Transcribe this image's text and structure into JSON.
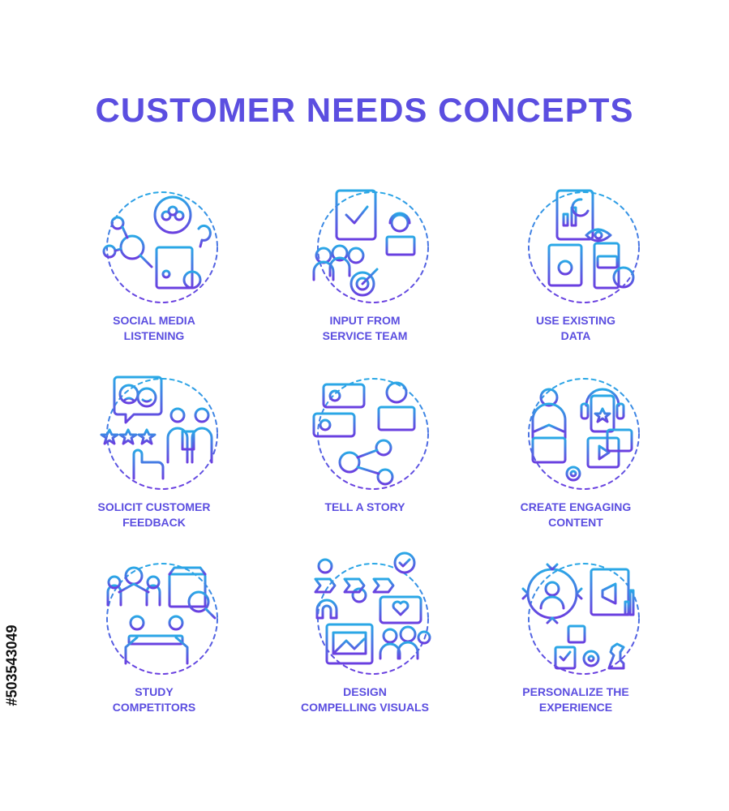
{
  "title": "CUSTOMER NEEDS CONCEPTS",
  "watermark": "#503543049",
  "colors": {
    "title": "#5b4ee0",
    "gradient_top": "#2aa8e6",
    "gradient_bottom": "#6a3fe0"
  },
  "concepts": [
    {
      "lines": [
        "SOCIAL MEDIA",
        "LISTENING"
      ],
      "icon": "social-media-listening-icon"
    },
    {
      "lines": [
        "INPUT FROM",
        "SERVICE TEAM"
      ],
      "icon": "service-team-icon"
    },
    {
      "lines": [
        "USE EXISTING",
        "DATA"
      ],
      "icon": "existing-data-icon"
    },
    {
      "lines": [
        "SOLICIT CUSTOMER",
        "FEEDBACK"
      ],
      "icon": "customer-feedback-icon"
    },
    {
      "lines": [
        "TELL A STORY",
        ""
      ],
      "icon": "tell-a-story-icon"
    },
    {
      "lines": [
        "CREATE ENGAGING",
        "CONTENT"
      ],
      "icon": "engaging-content-icon"
    },
    {
      "lines": [
        "STUDY",
        "COMPETITORS"
      ],
      "icon": "study-competitors-icon"
    },
    {
      "lines": [
        "DESIGN",
        "COMPELLING VISUALS"
      ],
      "icon": "compelling-visuals-icon"
    },
    {
      "lines": [
        "PERSONALIZE THE",
        "EXPERIENCE"
      ],
      "icon": "personalize-experience-icon"
    }
  ]
}
